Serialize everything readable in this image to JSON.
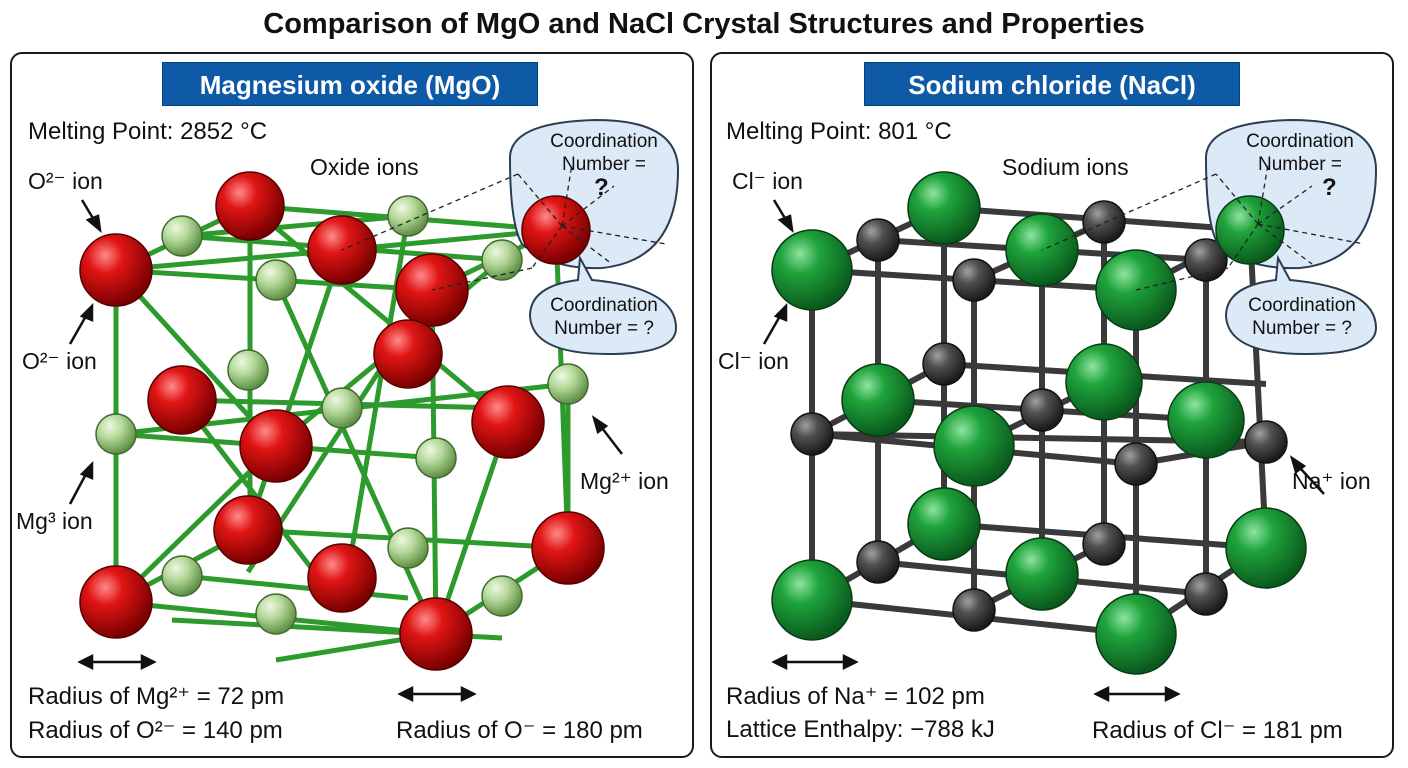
{
  "title": "Comparison of MgO and NaCl Crystal Structures and Properties",
  "mgo": {
    "heading": "Magnesium oxide (MgO)",
    "melting_point": "Melting Point: 2852 °C",
    "oxide_ions": "Oxide ions",
    "o_ion_top": "O²⁻ ion",
    "o_ion_mid": "O²⁻ ion",
    "mg3_ion": "Mg³ ion",
    "mg2_ion": "Mg²⁺ ion",
    "bubble_top_line1": "Coordination",
    "bubble_top_line2": "Number =",
    "bubble_top_q": "?",
    "bubble_bottom_line1": "Coordination",
    "bubble_bottom_line2": "Number = ?",
    "radius_mg": "Radius of Mg²⁺ = 72 pm",
    "radius_o2": "Radius of O²⁻ = 140 pm",
    "radius_o": "Radius of O⁻ = 180 pm",
    "colors": {
      "large": "#d10f0f",
      "small": "#a9d18e",
      "bond": "#2d9a2d"
    }
  },
  "nacl": {
    "heading": "Sodium chloride (NaCl)",
    "melting_point": "Melting Point: 801 °C",
    "sodium_ions": "Sodium ions",
    "cl_ion_top": "Cl⁻ ion",
    "cl_ion_mid": "Cl⁻ ion",
    "na_ion": "Na⁺ ion",
    "bubble_top_line1": "Coordination",
    "bubble_top_line2": "Number =",
    "bubble_top_q": "?",
    "bubble_bottom_line1": "Coordination",
    "bubble_bottom_line2": "Number = ?",
    "radius_na": "Radius of Na⁺ = 102 pm",
    "lattice_enthalpy": "Lattice Enthalpy: −788 kJ",
    "radius_cl": "Radius of Cl⁻ = 181 pm",
    "colors": {
      "large": "#1f9a3a",
      "small": "#444444",
      "bond": "#3a3a3a"
    }
  }
}
